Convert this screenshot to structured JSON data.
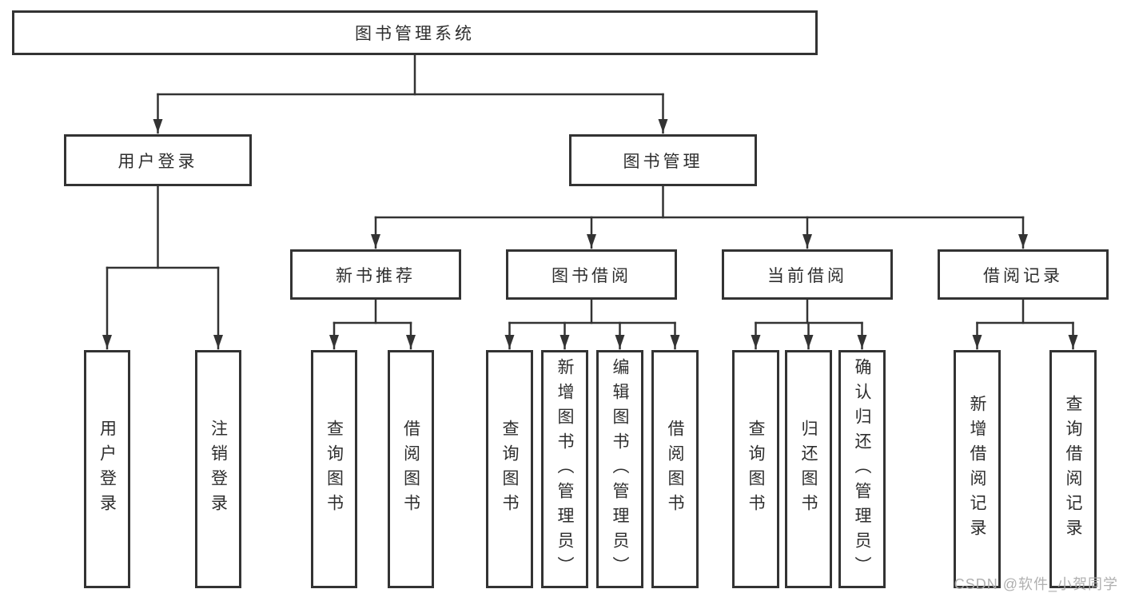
{
  "nodes": {
    "root": {
      "label": "图书管理系统"
    },
    "level2": [
      {
        "label": "用户登录"
      },
      {
        "label": "图书管理"
      }
    ],
    "level3": [
      {
        "label": "新书推荐"
      },
      {
        "label": "图书借阅"
      },
      {
        "label": "当前借阅"
      },
      {
        "label": "借阅记录"
      }
    ],
    "leaves": {
      "userLogin": [
        {
          "label": "用户登录"
        },
        {
          "label": "注销登录"
        }
      ],
      "newBooks": [
        {
          "label": "查询图书"
        },
        {
          "label": "借阅图书"
        }
      ],
      "bookBorrow": [
        {
          "label": "查询图书"
        },
        {
          "label": "新增图书（管理员）"
        },
        {
          "label": "编辑图书（管理员）"
        },
        {
          "label": "借阅图书"
        }
      ],
      "currentBorrow": [
        {
          "label": "查询图书"
        },
        {
          "label": "归还图书"
        },
        {
          "label": "确认归还（管理员）"
        }
      ],
      "borrowRecords": [
        {
          "label": "新增借阅记录"
        },
        {
          "label": "查询借阅记录"
        }
      ]
    }
  },
  "watermark": "CSDN @软件_小贺同学",
  "colors": {
    "line": "#333333",
    "text": "#2e2e2e",
    "watermark": "#acacac",
    "background": "#ffffff"
  }
}
